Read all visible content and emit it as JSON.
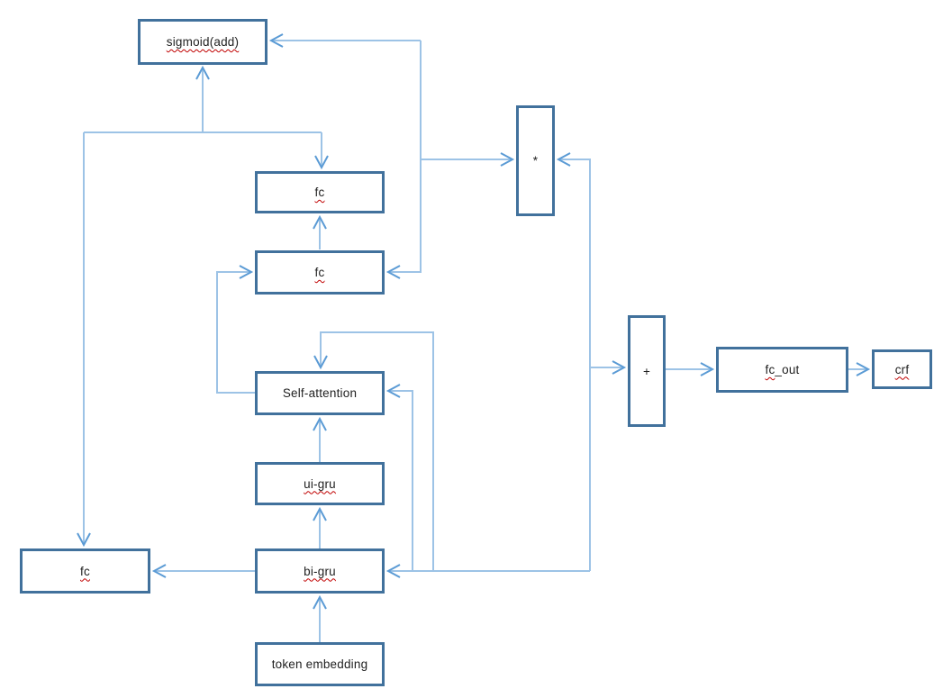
{
  "diagram": {
    "kind": "neural-network-architecture-flowchart",
    "colors": {
      "box_border": "#41719C",
      "box_fill": "#ffffff",
      "connector_line": "#9DC3E6",
      "arrowhead": "#5B9BD5",
      "spellcheck_underline": "#C00000",
      "text": "#1f1f1f",
      "background": "#ffffff"
    },
    "nodes": {
      "sigmoid": {
        "label": "sigmoid(add)"
      },
      "fc_upper": {
        "label": "fc"
      },
      "fc_mid": {
        "label": "fc"
      },
      "self_attention": {
        "label": "Self-attention"
      },
      "ui_gru": {
        "label": "ui-gru"
      },
      "bi_gru": {
        "label": "bi-gru"
      },
      "token_embedding": {
        "label": "token embedding"
      },
      "fc_left": {
        "label": "fc"
      },
      "multiply": {
        "label": "*"
      },
      "add": {
        "label": "+"
      },
      "fc_out": {
        "prefix": "fc",
        "suffix": "_out"
      },
      "crf": {
        "label": "crf"
      }
    },
    "connectors": [
      {
        "id": "trunk-to-sigmoid-bottom",
        "arrow_into": "sigmoid(add) bottom"
      },
      {
        "id": "trunk-to-fc-left-top",
        "arrow_into": "fc-left top"
      },
      {
        "id": "trunk-to-fc-upper-top",
        "arrow_into": "fc-upper top"
      },
      {
        "id": "riser-to-sigmoid-right",
        "arrow_into": "sigmoid(add) right"
      },
      {
        "id": "riser-to-fc-mid-right",
        "arrow_into": "fc-mid right"
      },
      {
        "id": "riser-to-multiply-left",
        "arrow_into": "multiply left"
      },
      {
        "id": "fc-mid-to-fc-upper",
        "arrow_into": "fc-upper bottom"
      },
      {
        "id": "self-attention-to-fc-mid-left",
        "arrow_into": "fc-mid left"
      },
      {
        "id": "loop-to-self-attention-top",
        "arrow_into": "self-attention top"
      },
      {
        "id": "bus-to-self-attention-right",
        "arrow_into": "self-attention right"
      },
      {
        "id": "ui-gru-to-self-attention",
        "arrow_into": "self-attention bottom"
      },
      {
        "id": "bi-gru-to-ui-gru",
        "arrow_into": "ui-gru bottom"
      },
      {
        "id": "token-embedding-to-bi-gru",
        "arrow_into": "bi-gru bottom"
      },
      {
        "id": "bi-gru-to-fc-left",
        "arrow_into": "fc-left right"
      },
      {
        "id": "right-bus-to-bi-gru",
        "arrow_into": "bi-gru right"
      },
      {
        "id": "right-bus-to-multiply-right",
        "arrow_into": "multiply right"
      },
      {
        "id": "right-bus-to-add-left",
        "arrow_into": "add left"
      },
      {
        "id": "add-to-fc-out",
        "arrow_into": "fc_out left"
      },
      {
        "id": "fc-out-to-crf",
        "arrow_into": "crf left"
      }
    ]
  }
}
